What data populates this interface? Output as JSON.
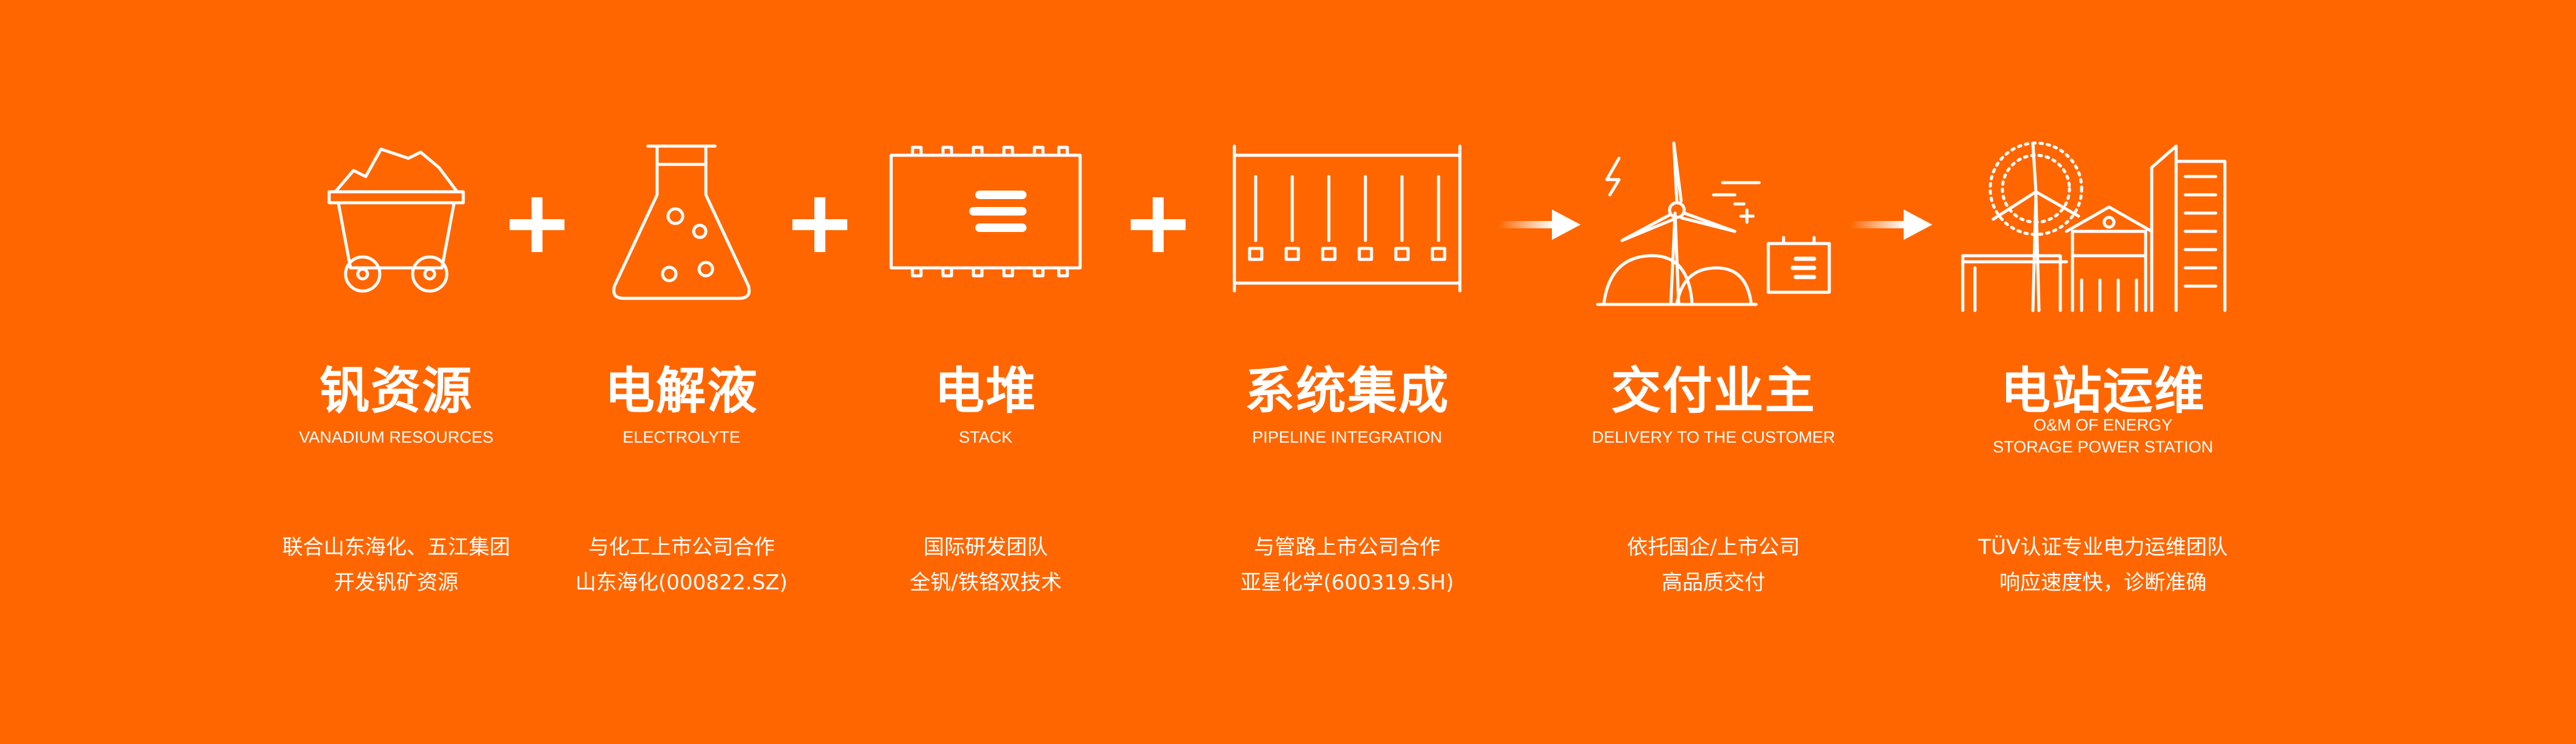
{
  "background_color": "#ff6600",
  "steps": [
    {
      "icon": "mine-cart-icon",
      "title": "钒资源",
      "en": [
        "VANADIUM RESOURCES"
      ],
      "desc": [
        "联合山东海化、五江集团",
        "开发钒矿资源"
      ]
    },
    {
      "icon": "flask-icon",
      "title": "电解液",
      "en": [
        "ELECTROLYTE"
      ],
      "desc": [
        "与化工上市公司合作",
        "山东海化(000822.SZ)"
      ]
    },
    {
      "icon": "stack-icon",
      "title": "电堆",
      "en": [
        "STACK"
      ],
      "desc": [
        "国际研发团队",
        "全钒/铁铬双技术"
      ]
    },
    {
      "icon": "container-icon",
      "title": "系统集成",
      "en": [
        "PIPELINE INTEGRATION"
      ],
      "desc": [
        "与管路上市公司合作",
        "亚星化学(600319.SH)"
      ]
    },
    {
      "icon": "wind-turbine-battery-icon",
      "title": "交付业主",
      "en": [
        "DELIVERY TO THE CUSTOMER"
      ],
      "desc": [
        "依托国企/上市公司",
        "高品质交付"
      ]
    },
    {
      "icon": "power-station-icon",
      "title": "电站运维",
      "en": [
        "O&M OF ENERGY",
        "STORAGE POWER STATION"
      ],
      "desc": [
        "TÜV认证专业电力运维团队",
        "响应速度快，诊断准确"
      ]
    }
  ],
  "connectors": [
    "plus-icon",
    "plus-icon",
    "plus-icon",
    "arrow-right-icon",
    "arrow-right-icon"
  ]
}
